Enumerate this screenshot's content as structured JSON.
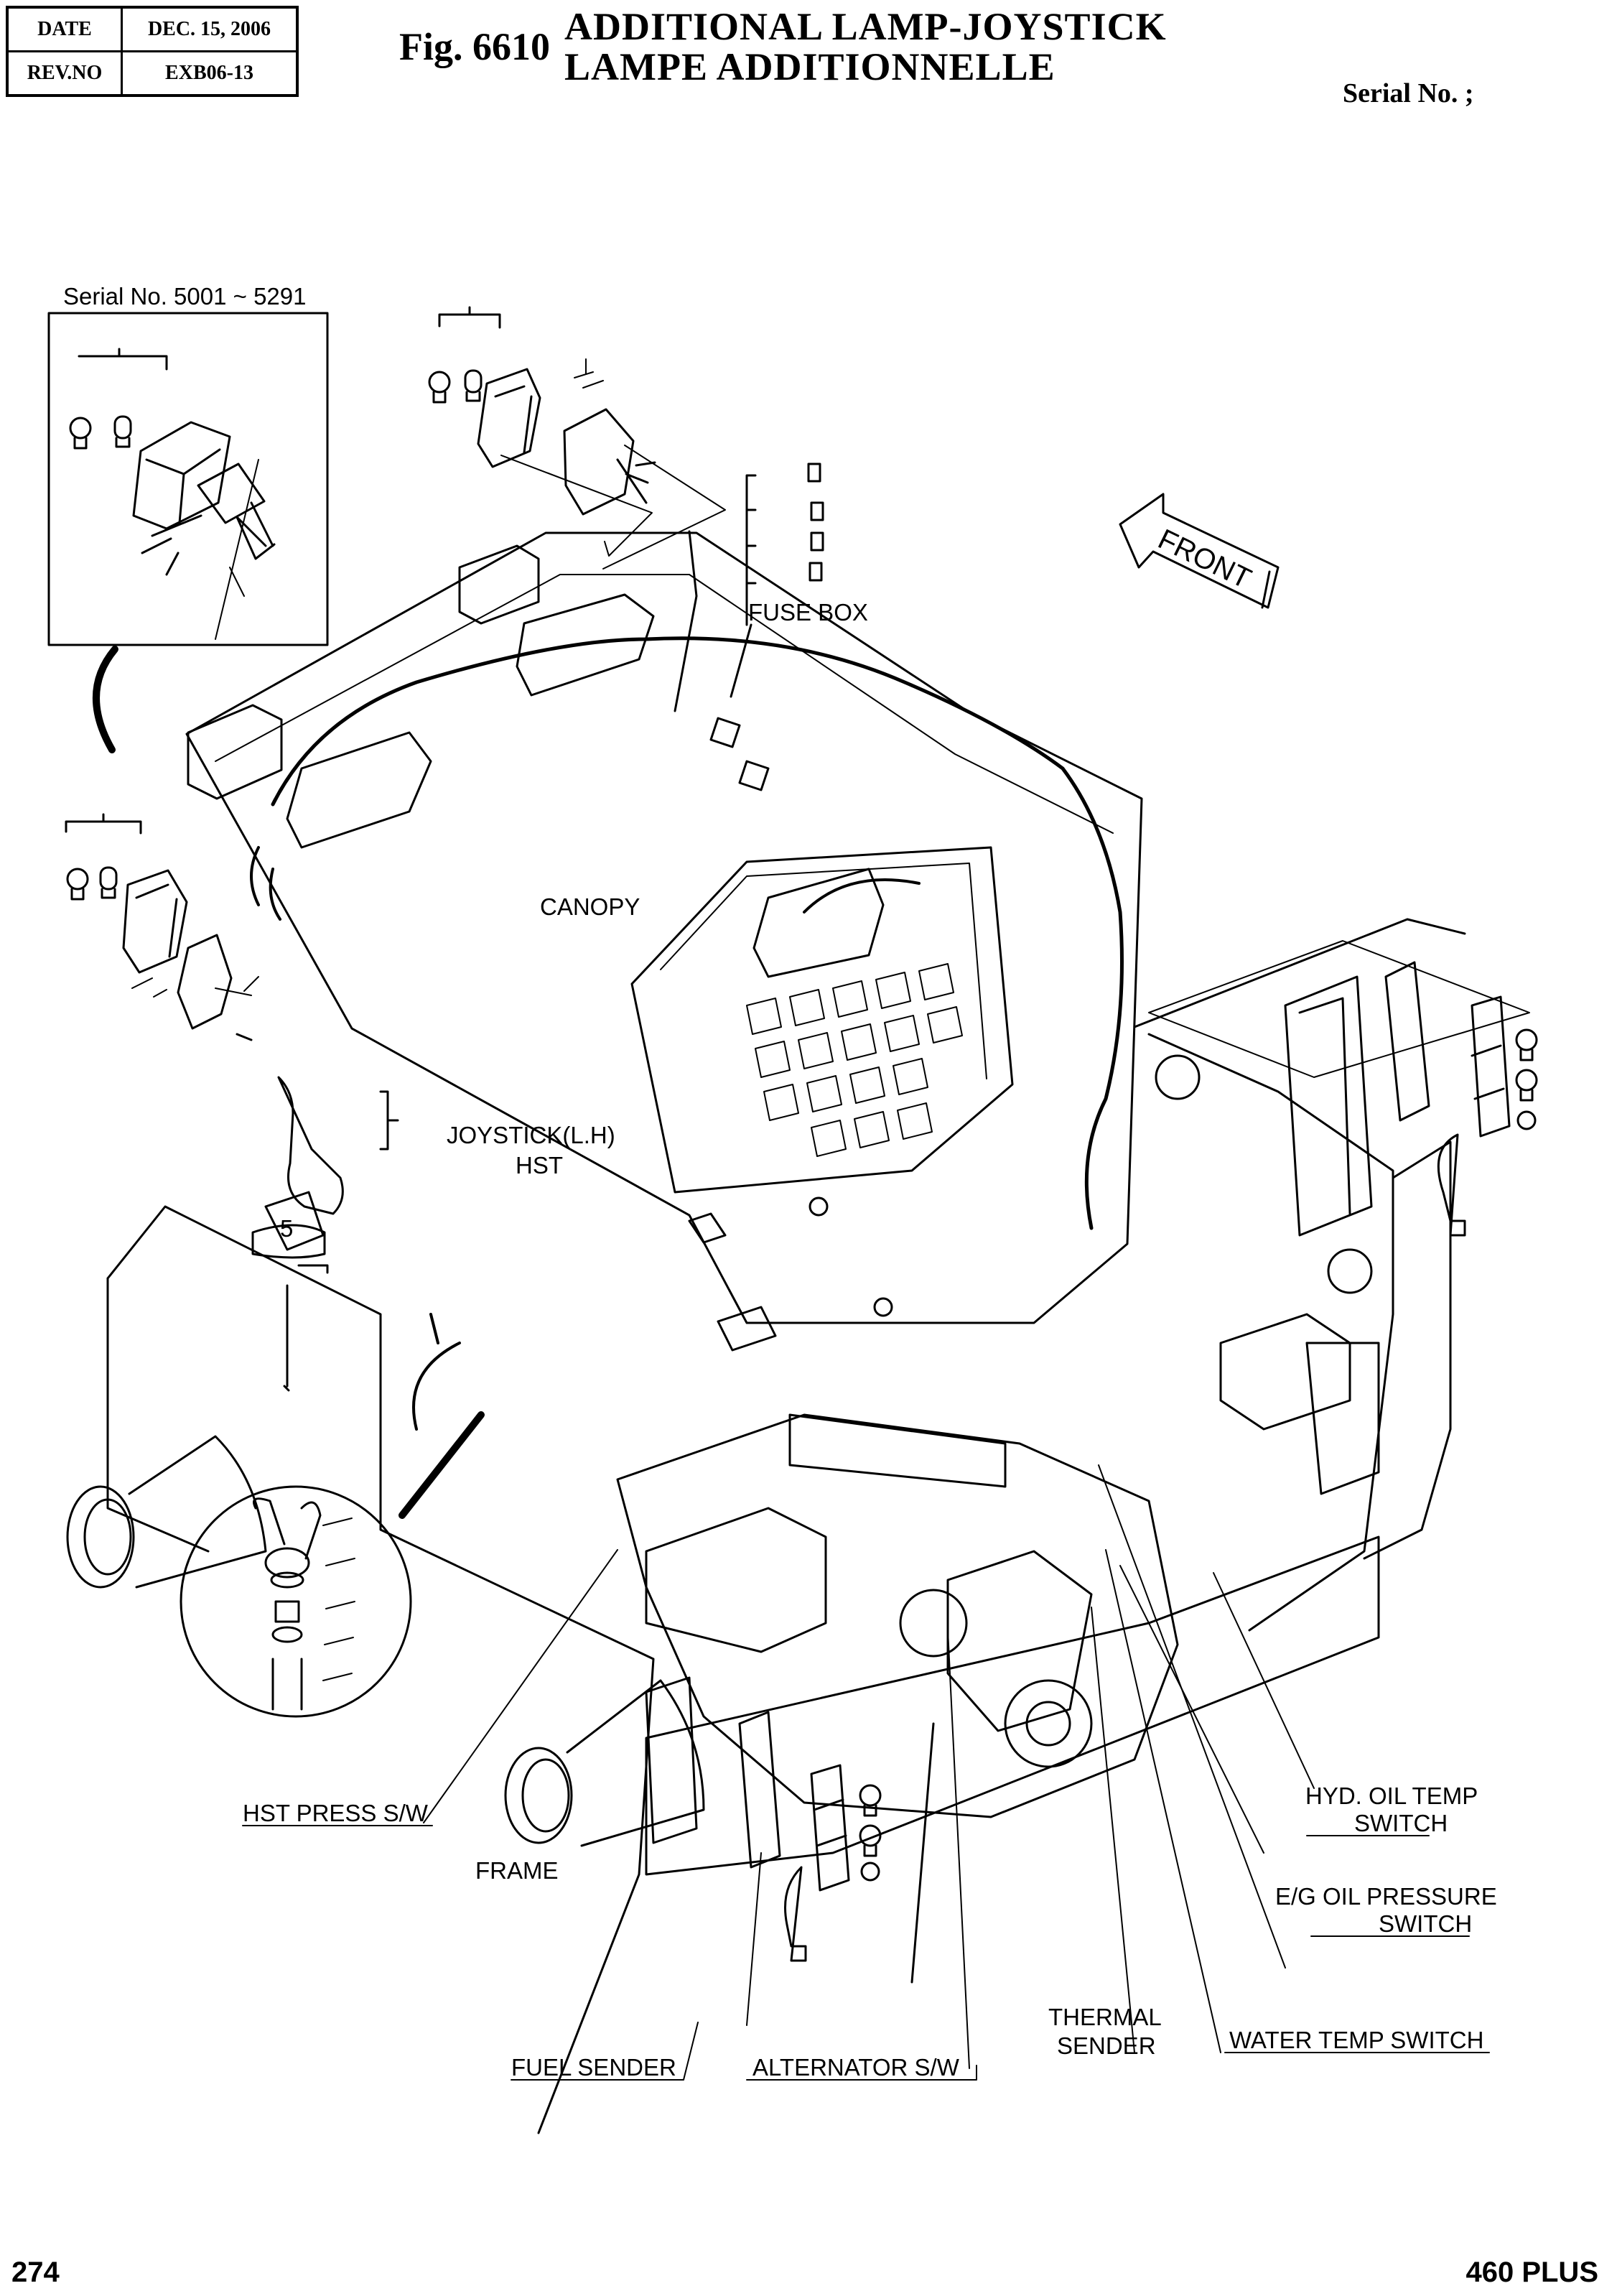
{
  "header": {
    "date_label": "DATE",
    "date_value": "DEC. 15, 2006",
    "rev_label": "REV.NO",
    "rev_value": "EXB06-13"
  },
  "title": {
    "fig": "Fig. 6610",
    "line1": "ADDITIONAL  LAMP-JOYSTICK",
    "line2": "LAMPE  ADDITIONNELLE"
  },
  "serial": "Serial No. ;",
  "inset_serial": "Serial No. 5001 ~ 5291",
  "labels": {
    "fuse_box": "FUSE BOX",
    "front": "FRONT",
    "canopy": "CANOPY",
    "joystick_1": "JOYSTICK(L.H)",
    "joystick_2": "HST",
    "part_5": "5",
    "hst_press": "HST PRESS S/W",
    "frame": "FRAME",
    "hyd_oil_1": "HYD. OIL TEMP",
    "hyd_oil_2": "SWITCH",
    "eg_oil_1": "E/G OIL PRESSURE",
    "eg_oil_2": "SWITCH",
    "thermal_1": "THERMAL",
    "thermal_2": "SENDER",
    "water_temp": "WATER TEMP SWITCH",
    "fuel_sender": "FUEL SENDER",
    "alternator": "ALTERNATOR S/W"
  },
  "footer": {
    "page": "274",
    "model": "460 PLUS"
  }
}
